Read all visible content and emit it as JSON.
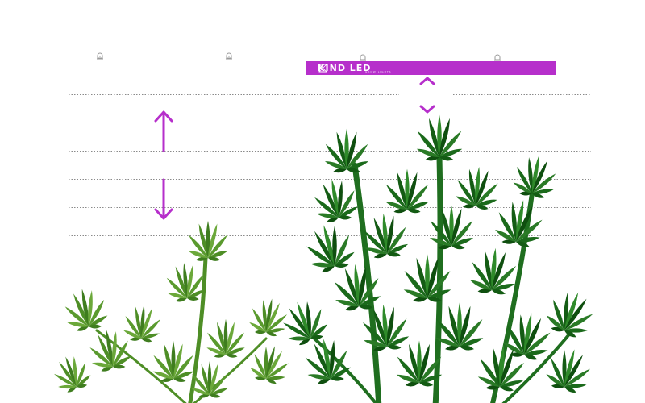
{
  "brand": {
    "name": "KIND LED",
    "tagline": "GROW LIGHTS",
    "accent_color": "#b62fcb"
  },
  "light_bar": {
    "color": "#b62fcb",
    "icon": "led-grow-light-bar"
  },
  "hanging_points": [
    {
      "icon": "light-bulb-icon"
    },
    {
      "icon": "light-bulb-icon"
    },
    {
      "icon": "light-bulb-icon"
    },
    {
      "icon": "light-bulb-icon"
    }
  ],
  "height_guides": {
    "count": 7,
    "style": "dotted",
    "color": "#888888"
  },
  "arrows": [
    {
      "name": "raise-arrow",
      "icon": "arrow-up-icon",
      "color": "#b62fcb"
    },
    {
      "name": "lower-arrow",
      "icon": "arrow-down-icon",
      "color": "#b62fcb"
    },
    {
      "name": "adjust-up-chevron",
      "icon": "chevron-up-icon",
      "color": "#b62fcb"
    },
    {
      "name": "adjust-down-chevron",
      "icon": "chevron-down-icon",
      "color": "#b62fcb"
    }
  ],
  "plants": [
    {
      "name": "small-plant",
      "stage": "seedling",
      "color_dark": "#3f7d1f",
      "color_light": "#6ba83a"
    },
    {
      "name": "large-plant",
      "stage": "vegetative",
      "color_dark": "#0f4f0f",
      "color_light": "#2a7a26"
    }
  ]
}
